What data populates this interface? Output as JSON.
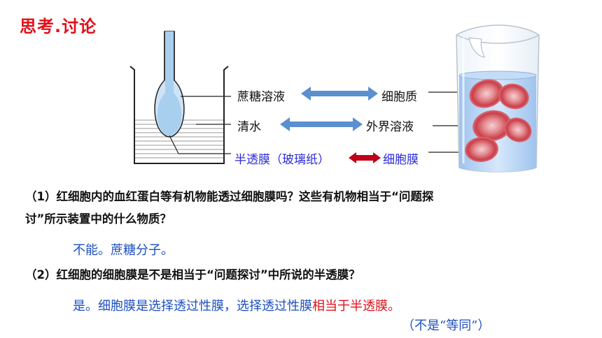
{
  "header": {
    "title": "思考.讨论"
  },
  "diagram": {
    "left_labels": [
      "蔗糖溶液",
      "清水",
      "半透膜（玻璃纸）"
    ],
    "right_labels": [
      "细胞质",
      "外界溶液",
      "细胞膜"
    ],
    "colors": {
      "arrow_blue": "#5b8fd0",
      "arrow_red": "#c00018",
      "label_blue": "#2a2ad8"
    }
  },
  "questions": [
    {
      "line1": "（1）红细胞内的血红蛋白等有机物能透过细胞膜吗？这些有机物相当于“问题探",
      "line2": "讨”所示装置中的什么物质？",
      "answer": "不能。蔗糖分子。"
    },
    {
      "line1": "（2）红细胞的细胞膜是不是相当于“问题探讨”中所说的半透膜？",
      "answer_part1": "是。细胞膜是选择透过性膜，选择透过性膜",
      "answer_highlight": "相当于半透膜",
      "answer_end": "。",
      "note": "（不是“等同”）"
    }
  ]
}
